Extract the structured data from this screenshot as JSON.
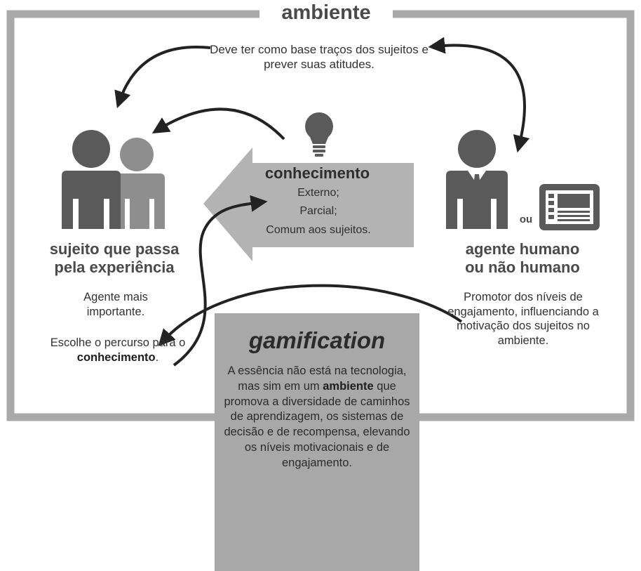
{
  "frame": {
    "title": "ambiente"
  },
  "top_note": "Deve ter como base traços dos sujeitos e prever suas atitudes.",
  "knowledge": {
    "title": "conhecimento",
    "items": [
      "Externo;",
      "Parcial;",
      "Comum aos sujeitos."
    ]
  },
  "left": {
    "title_line1": "sujeito que passa",
    "title_line2": "pela experiência",
    "p1": "Agente mais importante.",
    "p2_pre": "Escolhe o percurso para o",
    "p2_bold": "conhecimento",
    "p2_post": "."
  },
  "right": {
    "ou": "ou",
    "title_line1": "agente humano",
    "title_line2": "ou não humano",
    "p": "Promotor dos níveis de engajamento, influenciando a motivação dos sujeitos no ambiente."
  },
  "gamification": {
    "title": "gamification",
    "body_pre": "A essência não está na tecnologia, mas sim em um",
    "body_bold": "ambiente",
    "body_post": "que promova a diversidade de caminhos de aprendizagem, os sistemas de decisão e de recompensa, elevando os níveis motivacionais e de engajamento."
  },
  "colors": {
    "frame": "#a9a9a9",
    "dark_figure": "#5a5a5a",
    "light_figure": "#8e8e8e",
    "box": "#a8a8a8",
    "arrow": "#222222"
  },
  "icons": [
    "lightbulb-icon",
    "person-icon",
    "businessman-icon",
    "screen-icon"
  ]
}
